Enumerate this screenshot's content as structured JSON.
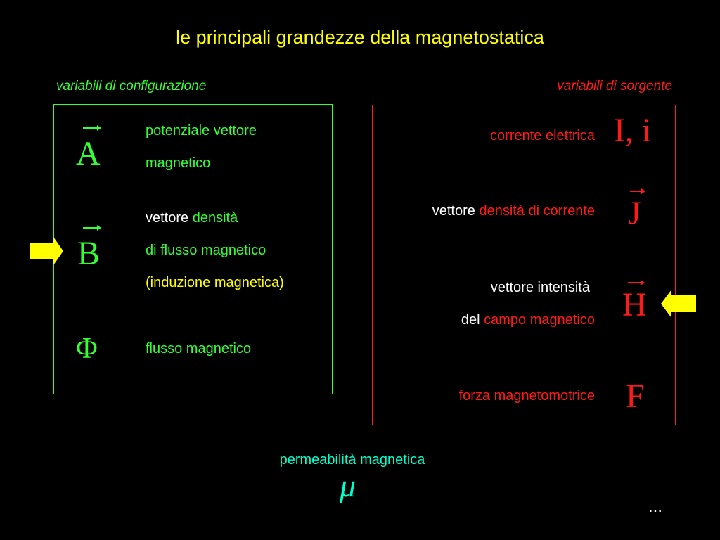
{
  "title": "le principali grandezze della magnetostatica",
  "left": {
    "header": "variabili di configurazione",
    "items": [
      {
        "symbol": "A",
        "vector": true,
        "line1": "potenziale vettore",
        "line2": "magnetico"
      },
      {
        "symbol": "B",
        "vector": true,
        "line1_white": "vettore ",
        "line1_green": "densità",
        "line2": "di flusso magnetico",
        "line3": "(induzione magnetica)"
      },
      {
        "symbol": "Φ",
        "vector": false,
        "line1": "flusso magnetico"
      }
    ]
  },
  "right": {
    "header": "variabili di sorgente",
    "items": [
      {
        "symbol": "I, i",
        "vector": false,
        "label": "corrente elettrica"
      },
      {
        "symbol": "J",
        "vector": true,
        "label_white": "vettore ",
        "label_red": "densità di corrente"
      },
      {
        "symbol": "H",
        "vector": true,
        "line1": "vettore intensità",
        "line2_white": "del ",
        "line2_red": "campo magnetico"
      },
      {
        "symbol": "F",
        "vector": false,
        "label": "forza magnetomotrice"
      }
    ]
  },
  "bottom": {
    "label": "permeabilità magnetica",
    "symbol": "μ",
    "ellipsis": "..."
  },
  "colors": {
    "title": "#ffff00",
    "config": "#33ff33",
    "source": "#ff1a1a",
    "arrow": "#ffff00",
    "mu": "#00ffcc"
  }
}
